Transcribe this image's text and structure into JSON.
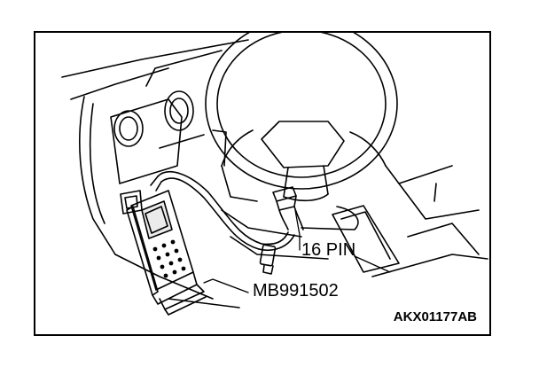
{
  "figure": {
    "callouts": {
      "connector_label": "16 PIN",
      "tool_label": "MB991502"
    },
    "figure_code": "AKX01177AB"
  },
  "icons": {
    "diagnostic_tool": "handheld-scan-tool-icon",
    "connector": "diagnosis-connector-icon",
    "steering_wheel": "steering-wheel-icon"
  },
  "colors": {
    "line": "#000000",
    "background": "#ffffff"
  }
}
